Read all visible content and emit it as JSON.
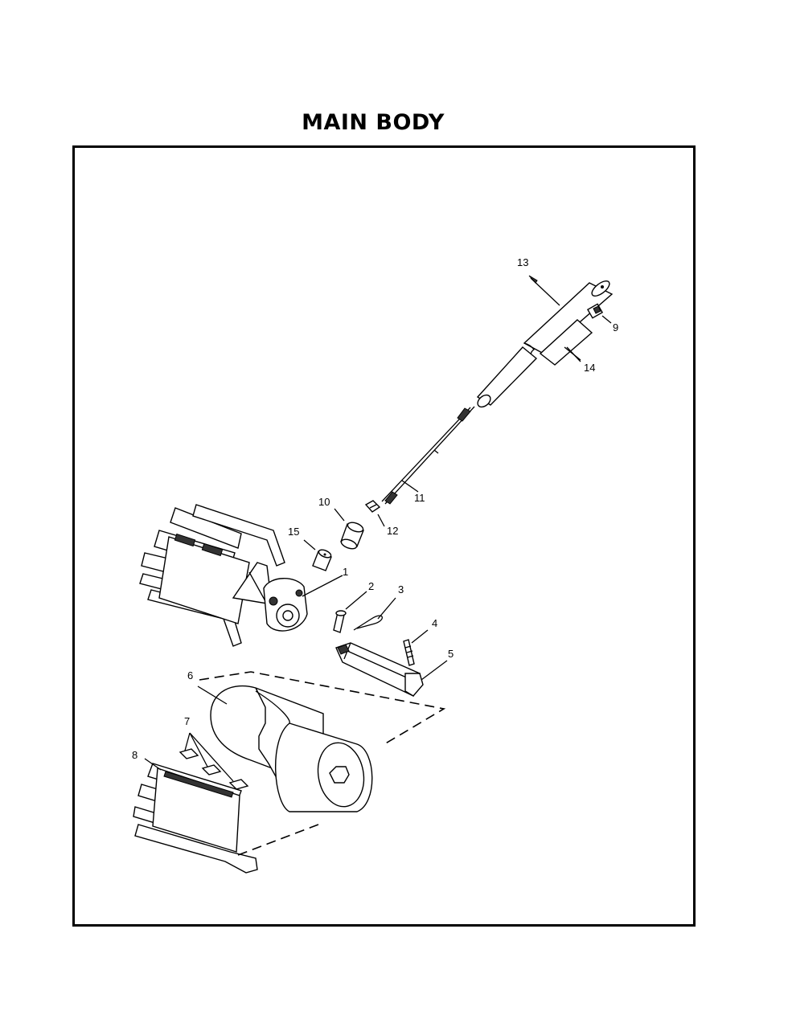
{
  "title": "MAIN BODY",
  "callouts": {
    "c1": "1",
    "c2": "2",
    "c3": "3",
    "c4": "4",
    "c5": "5",
    "c6": "6",
    "c7": "7",
    "c8": "8",
    "c9": "9",
    "c10": "10",
    "c11": "11",
    "c12": "12",
    "c13": "13",
    "c14": "14",
    "c15": "15"
  }
}
